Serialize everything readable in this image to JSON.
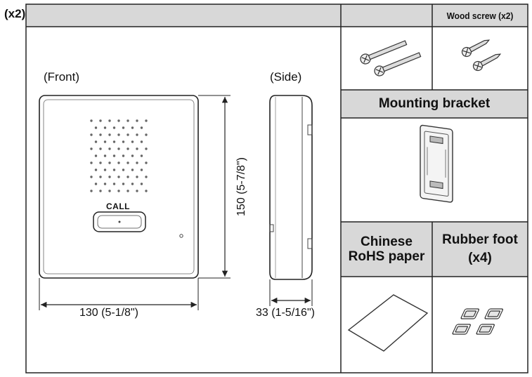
{
  "left_panel": {
    "header_label": "(x2)",
    "front_label": "(Front)",
    "side_label": "(Side)",
    "call_label": "CALL",
    "height_dim": "150 (5-7/8\")",
    "width_dim": "130 (5-1/8\")",
    "depth_dim": "33 (1-5/16\")"
  },
  "right_panel": {
    "wood_screw_label": "Wood screw (x2)",
    "mounting_bracket_label": "Mounting bracket",
    "rohs_label": "Chinese RoHS paper",
    "rubber_foot_label": "Rubber foot (x4)"
  }
}
